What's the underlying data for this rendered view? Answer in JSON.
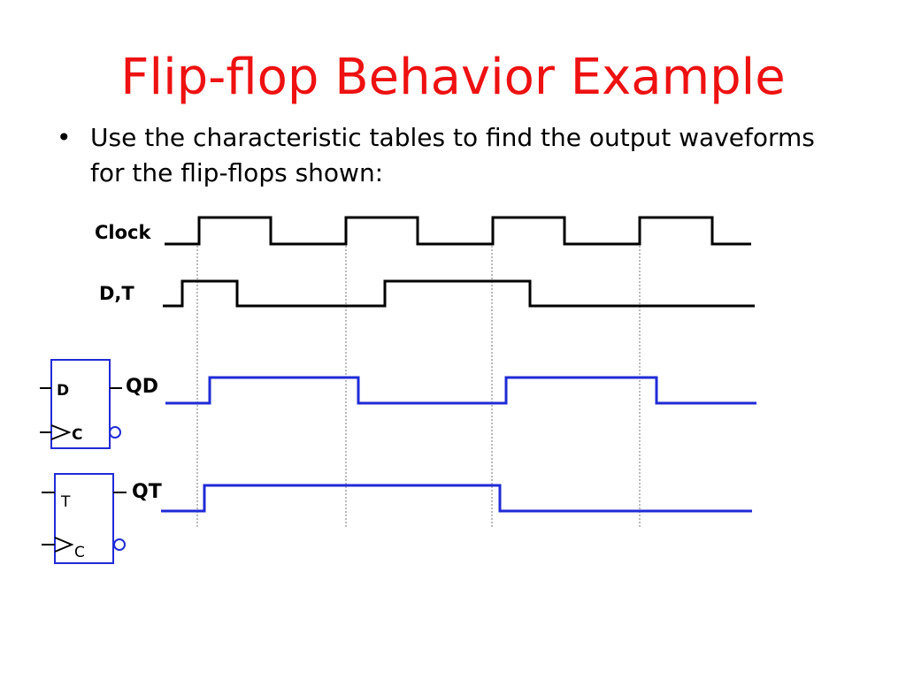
{
  "slide": {
    "title": "Flip-flop Behavior Example",
    "bullet": "Use the characteristic tables to find the output waveforms for the flip-flops shown:"
  },
  "signals": {
    "clock": {
      "label": "Clock",
      "color": "#000000"
    },
    "dt": {
      "label": "D,T",
      "color": "#000000"
    },
    "qd": {
      "label": "QD",
      "color": "#1f2bd6"
    },
    "qt": {
      "label": "QT",
      "color": "#1f2bd6"
    }
  },
  "flipflops": {
    "d_ff": {
      "input_label": "D",
      "clock_label": "C",
      "color": "#1f2bd6"
    },
    "t_ff": {
      "input_label": "T",
      "clock_label": "C",
      "color": "#1f2bd6"
    }
  }
}
